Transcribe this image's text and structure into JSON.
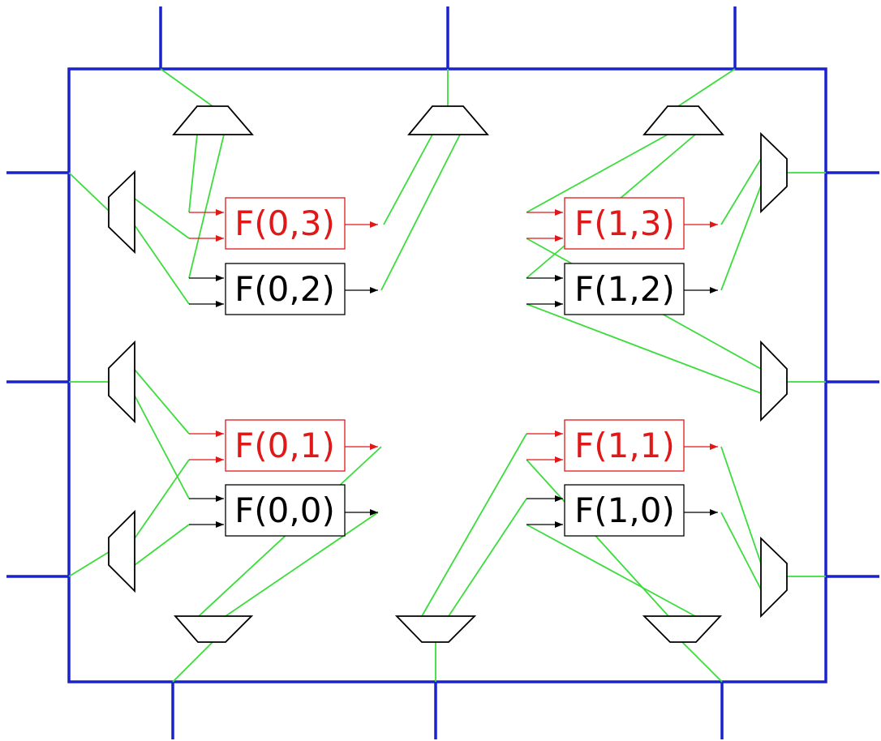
{
  "colors": {
    "bus": "#1a22cc",
    "wire": "#3cdc3c",
    "highlight": "#e01818",
    "normal": "#000000"
  },
  "cells": {
    "f03": {
      "label": "F(0,3)",
      "color": "red"
    },
    "f02": {
      "label": "F(0,2)",
      "color": "black"
    },
    "f01": {
      "label": "F(0,1)",
      "color": "red"
    },
    "f00": {
      "label": "F(0,0)",
      "color": "black"
    },
    "f13": {
      "label": "F(1,3)",
      "color": "red"
    },
    "f12": {
      "label": "F(1,2)",
      "color": "black"
    },
    "f11": {
      "label": "F(1,1)",
      "color": "red"
    },
    "f10": {
      "label": "F(1,0)",
      "color": "black"
    }
  }
}
